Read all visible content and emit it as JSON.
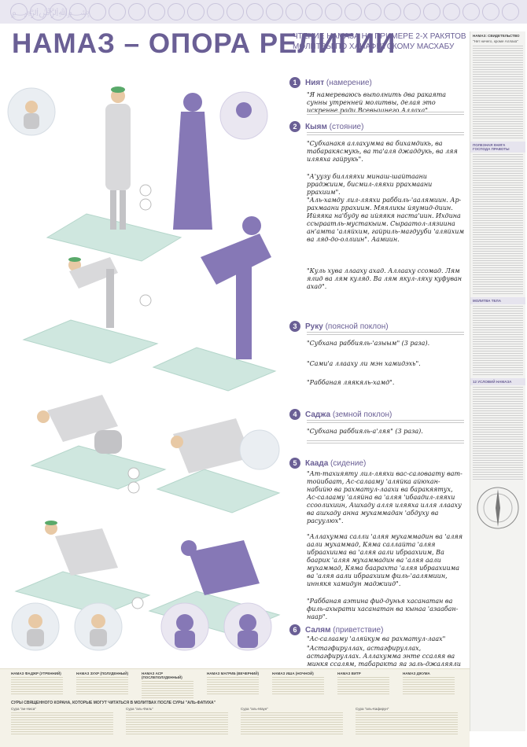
{
  "header": {
    "title": "НАМАЗ – ОПОРА РЕЛИГИИ",
    "subtitle": "ЧТЕНИЕ НАМАЗА НА ПРИМЕРЕ 2-Х РАКЯТОВ МОЛИТВЫ ПО ХАНАФИТСКОМУ МАСХАБУ"
  },
  "steps": [
    {
      "num": "1",
      "title": "Ният",
      "note": "(намерение)",
      "fatiha": "\"Я намереваюсь выполнить два ракаята сунны утренней молитвы, делая это искренне ради Всевышнего Аллаха\""
    },
    {
      "num": "2",
      "title": "Кыям",
      "note": "(стояние)",
      "fatiha": "\"Субханакя аллахумма ва бихамдикь, ва табаракясмукь, ва та'аля джаддукь, ва ляя иляяха гайрукь\"."
    },
    {
      "extra": "\"А'уузу билляяхи минаш-шайтаани рраджиим, бисмил-ляяхи ррахмаани ррахиим\"."
    },
    {
      "extra": "\"Аль-хамду лил-ляяхи раббиль-'аалямиин. Ар-рахмаани ррахиим. Мяяликы йяумид-диин. Ийяяка на'буду ва ийяякя наста'иин. Ихдина ссыраатль-мустакыим. Сыраатол-лязиина ан'амта 'аляйхим, гайриль-магдууби 'аляйхим ва ляд-дo-оллиин\". Аамиин."
    },
    {
      "extra": "\"Куль хува ллааху ахад. Аллааху ссомад. Лям ялид ва лям куляд. Ва лям якул-ляху куфуван ахад\"."
    },
    {
      "num": "3",
      "title": "Руку",
      "note": "(поясной поклон)",
      "fatiha": "\"Субхана раббияль-'азыым\" (3 раза)."
    },
    {
      "extra": "\"Сами'а ллааху ли мэн хамидэхь\"."
    },
    {
      "extra": "\"Раббаная ляякяль-хамд\"."
    },
    {
      "num": "4",
      "title": "Саджа",
      "note": "(земной поклон)",
      "fatiha": "\"Субхана раббияль-а'ляя\" (3 раза)."
    },
    {
      "num": "5",
      "title": "Каада",
      "note": "(сидение)",
      "fatiha": "\"Ат-тахияяту лил-ляяхи вас-саловаату ват-тойибаат, Ас-салааму 'аляйка айюхан-набийю ва рахматул-лаахи ва баракяятух, Ас-салааму 'аляйна ва 'аляя 'ибаадил-ляяхи ссоолихиин, Ашхаду алля иляяха илля ллааху ва ашхаду анна мухаммадан 'абдуху ва расуулюх\"."
    },
    {
      "extra": "\"Аллахумма салли 'аляя мухаммадин ва 'аляя аали мухаммад, Кяма саллайта 'аляя ибраахиима ва 'аляя аали ибраахиим, Ва баарик 'аляя мухаммадин ва 'аляя аали мухаммад, Кяма баарахта 'аляя ибраахиима ва 'аляя аали ибраахиим филь-'аалямиин, иннякя хамидун маджиид\"."
    },
    {
      "extra": "\"Раббаная аэтина фид-дунья хасанатан ва филь-ахырати хасанатан ва кынаа 'азаабан-наар\"."
    },
    {
      "num": "6",
      "title": "Салям",
      "note": "(приветствие)",
      "fatiha": "\"Ас-салааму 'аляйкум ва рахматул-лаах\""
    },
    {
      "extra": "\"Астагфируллах, астагфируллах, астагфируллах. Аллахумма энте ссаляя ва минкя ссалям, табаракта яа заль-джаляяли валь-икраам\"."
    }
  ],
  "sidebar": {
    "section_1": "НАМАЗ: СВИДЕТЕЛЬСТВО",
    "quote": "\"Нет ничего, кроме Аллаха\"",
    "section_2": "ПОЛЕЗНАЯ КНИГА ГОСПОДА ПРАВОТЫ",
    "section_3": "МОЛИТВА ТЕЛА",
    "section_4": "12 УСЛОВИЙ НАМАЗА"
  },
  "bottom": {
    "columns": [
      "НАМАЗ ФАДЖР (УТРЕННИЙ)",
      "НАМАЗ ЗУХР (ПОЛУДЕННЫЙ)",
      "НАМАЗ АСР (ПОСЛЕПОЛУДЕННЫЙ)",
      "НАМАЗ МАГРИБ (ВЕЧЕРНИЙ)",
      "НАМАЗ ИША (НОЧНОЙ)",
      "НАМАЗ ВИТР",
      "НАМАЗ ДЖУМА"
    ],
    "surah_title": "СУРЫ СВЯЩЕННОГО КОРАНА, КОТОРЫЕ МОГУТ ЧИТАТЬСЯ В МОЛИТВАХ ПОСЛЕ СУРЫ \"АЛЬ-ФАТИХА\"",
    "surah_captions": [
      "Сура \"ан-Ниса\"",
      "Сура \"аль-Филь\"",
      "Сура \"аль-Маун\"",
      "Сура \"аль-Кафирун\""
    ]
  },
  "colors": {
    "accent": "#6a5f95",
    "mat": "#cfe7df",
    "male_robe": "#d9d9db",
    "female_robe": "#8678b6"
  }
}
